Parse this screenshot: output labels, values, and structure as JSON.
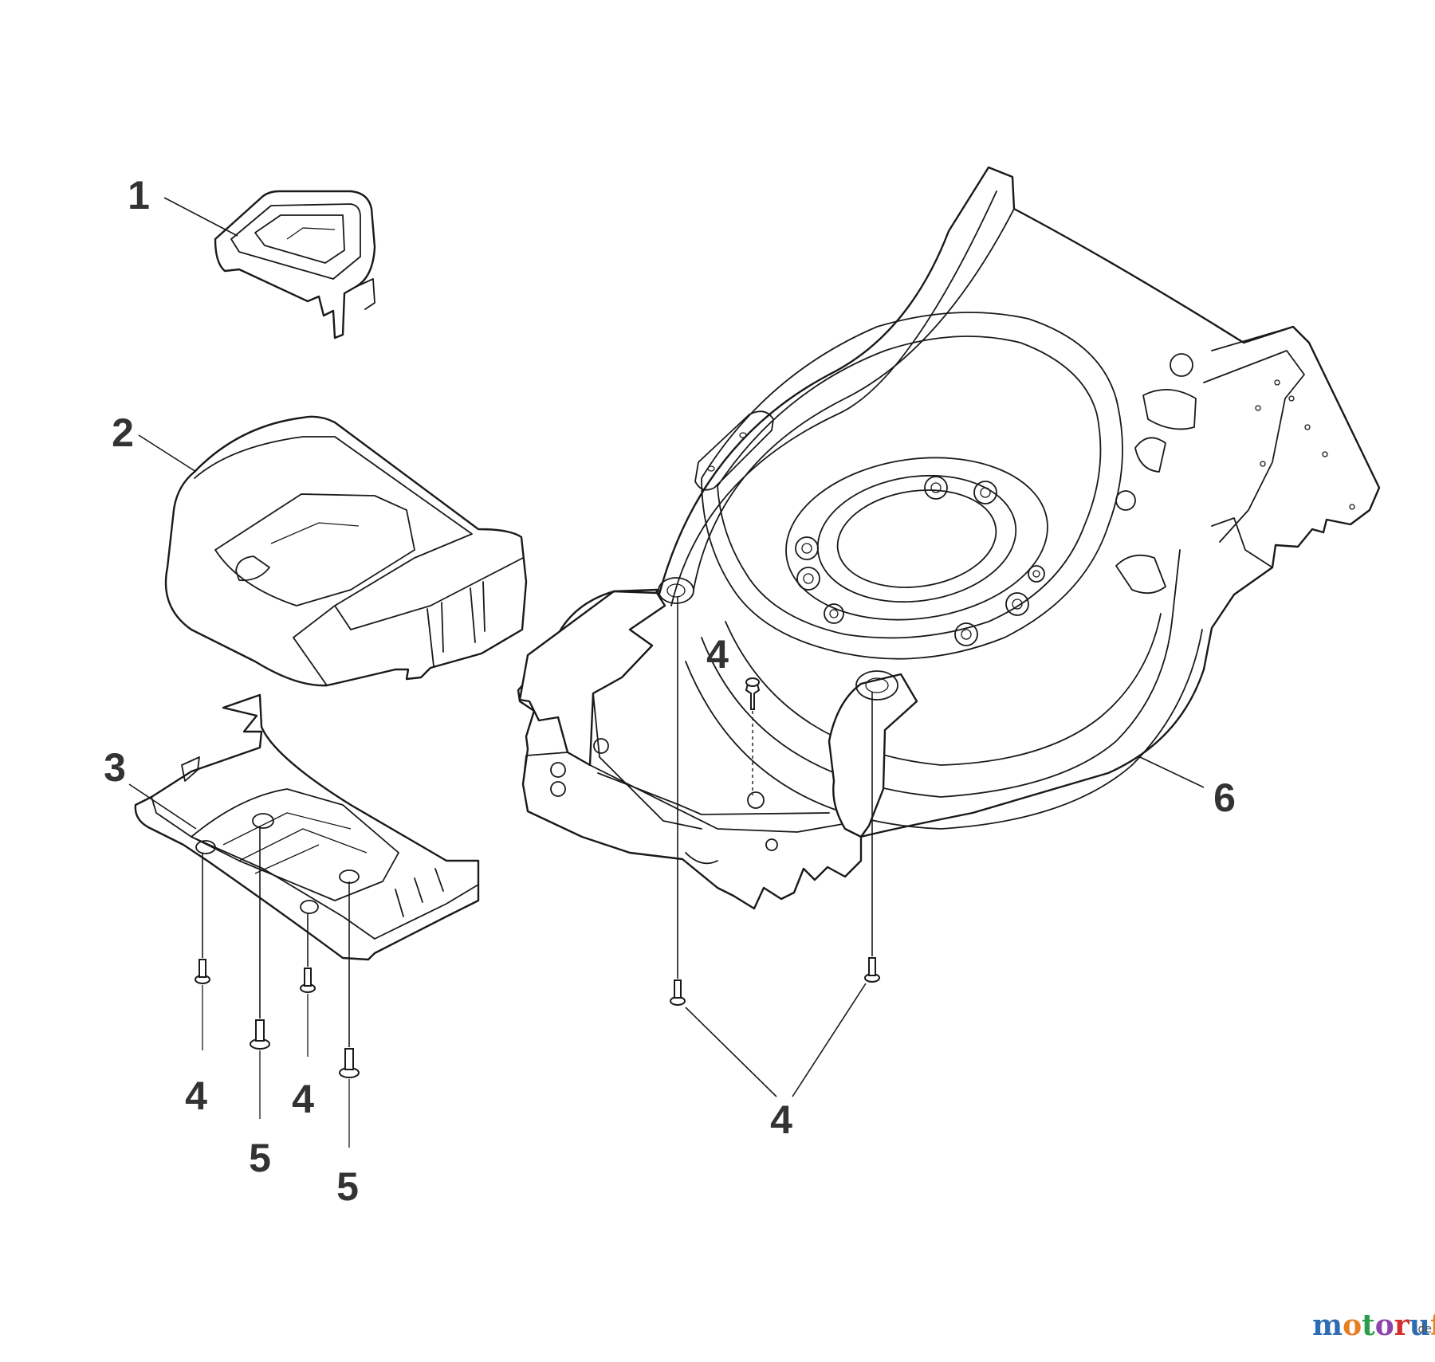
{
  "callouts": {
    "c1": "1",
    "c2": "2",
    "c3": "3",
    "c4_deck": "4",
    "c4_left_a": "4",
    "c5_left_a": "5",
    "c4_left_b": "4",
    "c5_left_b": "5",
    "c4_bottom": "4",
    "c6": "6"
  },
  "watermark": {
    "letters": [
      "m",
      "o",
      "t",
      "o",
      "r",
      "u",
      "f"
    ],
    "suffix": ".de"
  },
  "colors": {
    "line": "#1a1a1a",
    "label": "#333333",
    "watermark": [
      "#2e6db4",
      "#e67e22",
      "#2a9d4a",
      "#8e44ad",
      "#d32f2f",
      "#2e6db4",
      "#e67e22"
    ]
  }
}
